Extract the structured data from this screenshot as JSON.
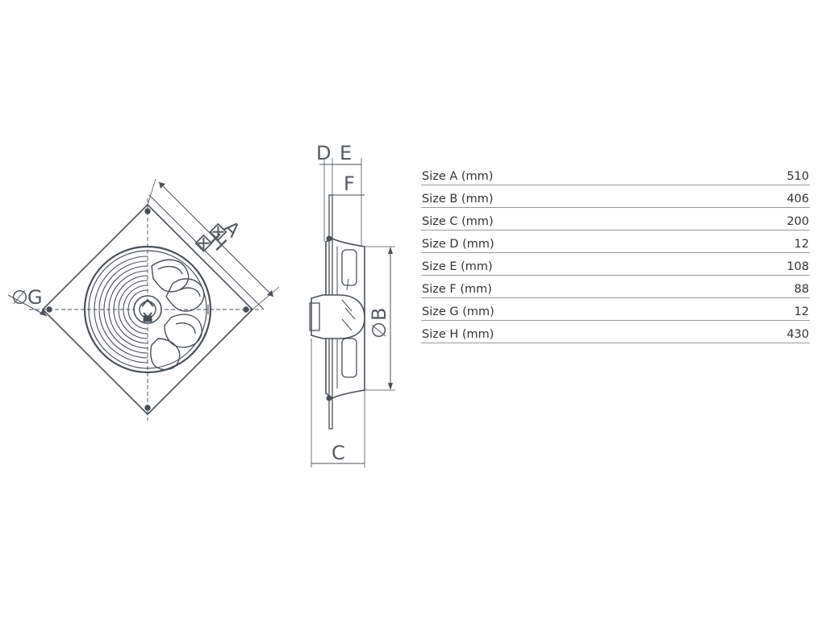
{
  "drawing": {
    "front_view": {
      "labels": {
        "a": "A",
        "h": "H",
        "g": "G",
        "square_symbol": "⊠",
        "diameter_symbol": "∅"
      }
    },
    "side_view": {
      "labels": {
        "b": "B",
        "c": "C",
        "d": "D",
        "e": "E",
        "f": "F",
        "diameter_symbol": "∅"
      }
    }
  },
  "specs": [
    {
      "label": "Size A (mm)",
      "value": "510"
    },
    {
      "label": "Size B (mm)",
      "value": "406"
    },
    {
      "label": "Size C (mm)",
      "value": "200"
    },
    {
      "label": "Size D (mm)",
      "value": "12"
    },
    {
      "label": "Size E (mm)",
      "value": "108"
    },
    {
      "label": "Size F (mm)",
      "value": "88"
    },
    {
      "label": "Size G (mm)",
      "value": "12"
    },
    {
      "label": "Size H (mm)",
      "value": "430"
    }
  ]
}
